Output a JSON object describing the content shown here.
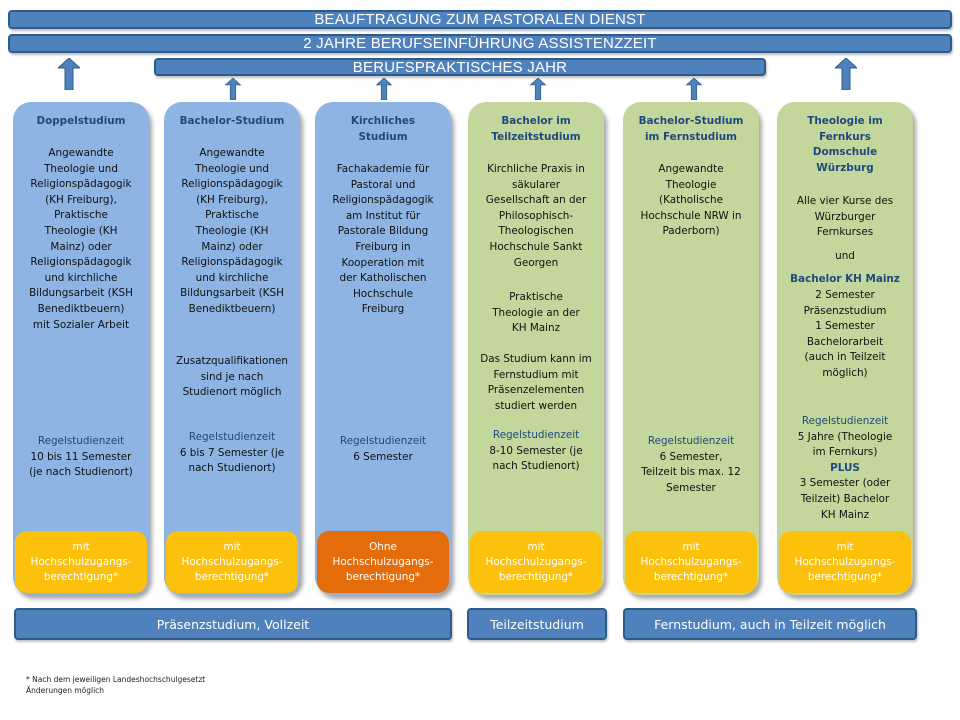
{
  "top_bars": [
    "BEAUFTRAGUNG ZUM PASTORALEN DIENST",
    "2 JAHRE BERUFSEINFÜHRUNG  ASSISTENZZEIT",
    "BERUFSPRAKTISCHES JAHR"
  ],
  "columns": [
    {
      "title": "Doppelstudium",
      "desc": "Angewandte\nTheologie und\nReligionspädagogik\n(KH Freiburg),\nPraktische\nTheologie (KH\nMainz) oder\nReligionspädagogik\nund kirchliche\nBildungsarbeit (KSH\nBenediktbeuern)\nmit Sozialer Arbeit",
      "duration_label": "Regelstudienzeit",
      "duration": "10 bis 11 Semester\n(je nach Studienort)",
      "badge": "mit\nHochschulzugangs-\nberechtigung*"
    },
    {
      "title": "Bachelor-Studium",
      "desc": "Angewandte\nTheologie und\nReligionspädagogik\n(KH Freiburg),\nPraktische\nTheologie (KH\nMainz) oder\nReligionspädagogik\nund kirchliche\nBildungsarbeit (KSH\nBenediktbeuern)",
      "extra": "Zusatzqualifikationen\nsind je nach\nStudienort möglich",
      "duration_label": "Regelstudienzeit",
      "duration": "6 bis 7 Semester  (je\nnach Studienort)",
      "badge": "mit\nHochschulzugangs-\nberechtigung*"
    },
    {
      "title": "Kirchliches\nStudium",
      "desc": "Fachakademie für\nPastoral und\nReligionspädagogik\nam Institut für\nPastorale Bildung\nFreiburg in\nKooperation mit\nder Katholischen\nHochschule\nFreiburg",
      "duration_label": "Regelstudienzeit",
      "duration": "6 Semester",
      "badge": "Ohne\nHochschulzugangs-\nberechtigung*"
    },
    {
      "title": "Bachelor im\nTeilzeitstudium",
      "desc": "Kirchliche Praxis in\nsäkularer\nGesellschaft an der\nPhilosophisch-\nTheologischen\nHochschule Sankt\nGeorgen",
      "desc2": "Praktische\nTheologie an der\nKH Mainz",
      "extra": "Das Studium kann im\nFernstudium mit\nPräsenzelementen\nstudiert werden",
      "duration_label": "Regelstudienzeit",
      "duration": "8-10 Semester  (je\nnach Studienort)",
      "badge": "mit\nHochschulzugangs-\nberechtigung*"
    },
    {
      "title": "Bachelor-Studium\nim Fernstudium",
      "desc": "Angewandte\nTheologie\n(Katholische\nHochschule NRW in\nPaderborn)",
      "duration_label": "Regelstudienzeit",
      "duration": "6 Semester,\nTeilzeit bis max. 12\nSemester",
      "badge": "mit\nHochschulzugangs-\nberechtigung*"
    },
    {
      "title": "Theologie im\nFernkurs\nDomschule\nWürzburg",
      "desc": "Alle vier Kurse des\nWürzburger\nFernkurses",
      "und": "und",
      "sub_title": "Bachelor  KH Mainz",
      "sub_desc": "2 Semester\nPräsenzstudium\n1 Semester\nBachelorarbeit\n(auch in Teilzeit\nmöglich)",
      "duration_label": "Regelstudienzeit",
      "duration": "5 Jahre (Theologie\nim Fernkurs)",
      "plus": "PLUS",
      "duration2": "3 Semester  (oder\nTeilzeit) Bachelor\nKH Mainz",
      "badge": "mit\nHochschulzugangs-\nberechtigung*"
    }
  ],
  "bottom_bars": [
    "Präsenzstudium, Vollzeit",
    "Teilzeitstudium",
    "Fernstudium,  auch in Teilzeit möglich"
  ],
  "footnote": [
    "* Nach dem jeweiligen  Landeshochschulgesetzt",
    "Änderungen  möglich"
  ],
  "colors": {
    "bar": "#4f81bd",
    "column_blue": "#8db4e2",
    "column_green": "#c3d69b",
    "badge_yellow": "#fbc10c",
    "badge_orange": "#e46c0a"
  }
}
